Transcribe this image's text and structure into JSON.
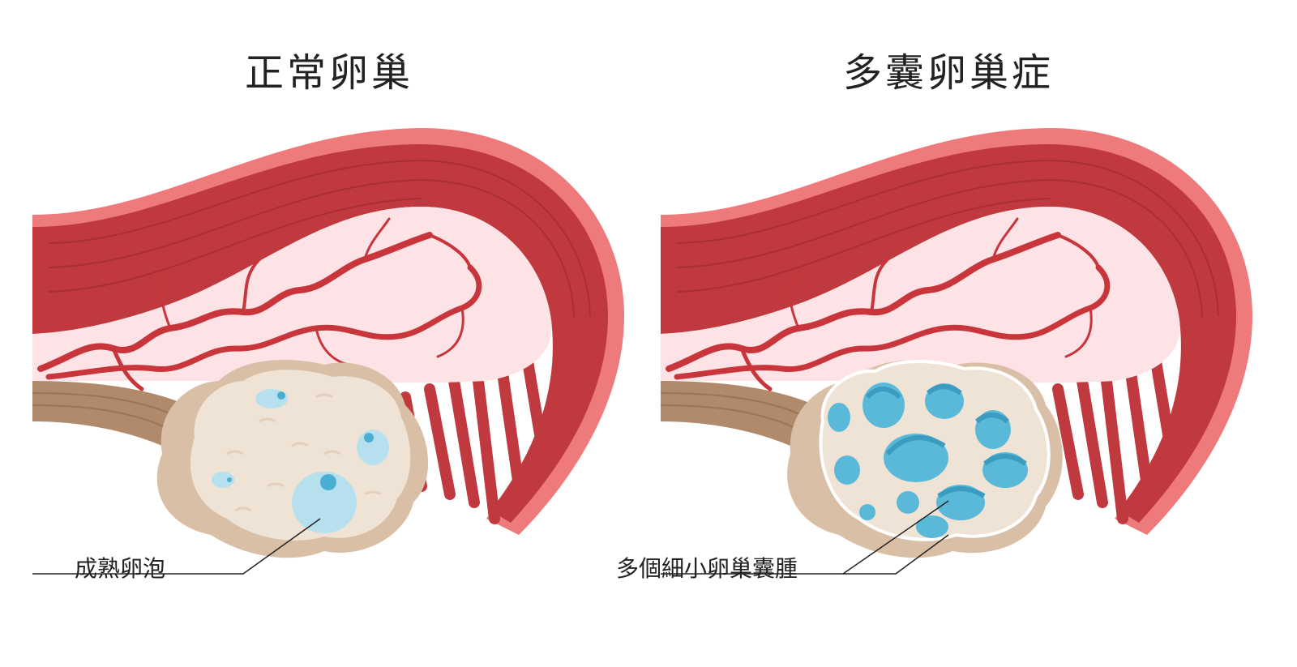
{
  "panels": {
    "normal": {
      "title": "正常卵巢",
      "label": "成熟卵泡"
    },
    "pcos": {
      "title": "多囊卵巢症",
      "label": "多個細小卵巢囊腫"
    }
  },
  "colors": {
    "muscle_dark": "#c0393e",
    "muscle_light": "#ee7a7b",
    "interior": "#fde3e5",
    "vessel": "#c8363c",
    "ligament": "#b08a6a",
    "ovary_outer": "#d9bfa5",
    "ovary_inner": "#efe3d6",
    "follicle_light": "#b7e0ef",
    "follicle_dark": "#4aaed3",
    "cyst": "#5ab9d8",
    "cyst_dark": "#3a9cc0"
  }
}
